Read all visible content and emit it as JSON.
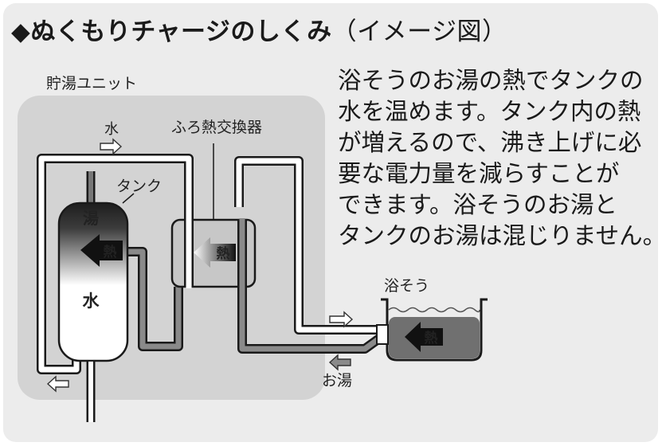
{
  "title": {
    "main": "◆ぬくもりチャージのしくみ",
    "suffix": "（イメージ図）"
  },
  "description_lines": [
    "浴そうのお湯の熱でタンクの",
    "水を温めます。タンク内の熱",
    "が増えるので、沸き上げに必",
    "要な電力量を減らすことが",
    "できます。浴そうのお湯と",
    "タンクのお湯は混じりません。"
  ],
  "labels": {
    "unit": "貯湯ユニット",
    "water_flow": "水",
    "heat_exchanger": "ふろ熱交換器",
    "tank": "タンク",
    "hot_in_tank": "湯",
    "heat": "熱",
    "water_in_tank": "水",
    "bathtub": "浴そう",
    "hot_water_return": "お湯"
  },
  "colors": {
    "background": "#ececec",
    "unit_panel": "#d3d3d3",
    "pipe_light": "#ffffff",
    "pipe_dark": "#6e6e6e",
    "bath_water": "#707070",
    "heat_badge": "#111111"
  }
}
